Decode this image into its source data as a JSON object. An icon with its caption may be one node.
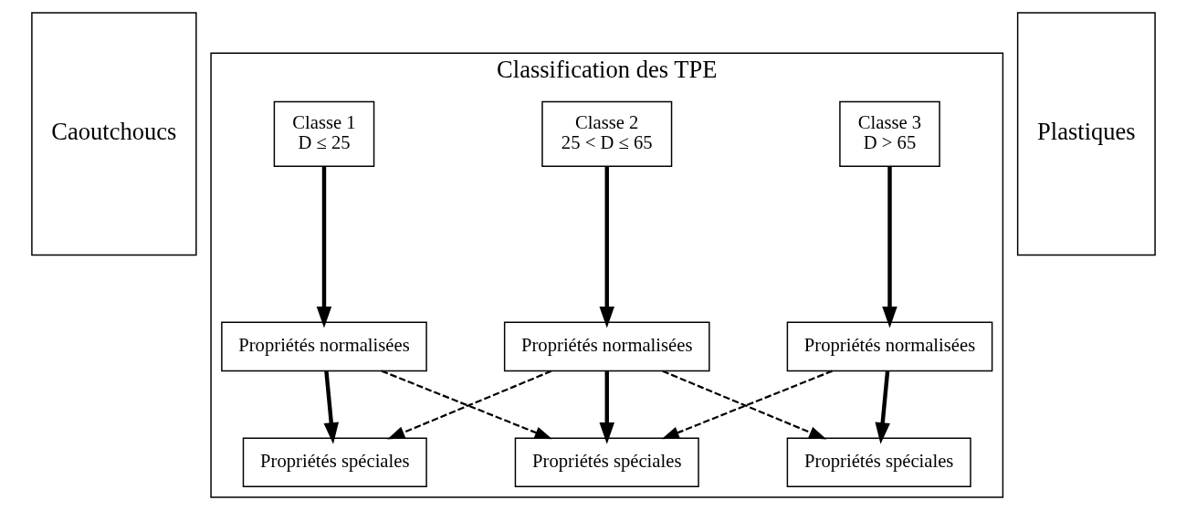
{
  "diagram": {
    "nodes": [
      {
        "text": [
          "Caoutchoucs"
        ]
      },
      {
        "text": [
          "Classification des TPE"
        ]
      },
      {
        "text": [
          "Classe 1",
          "D ≤ 25"
        ],
        "in": 1
      },
      {
        "text": [
          "Classe 2",
          "25 < D ≤ 65"
        ],
        "in": 1
      },
      {
        "text": [
          "Classe 3",
          "D > 65"
        ],
        "in": 1
      },
      {
        "text": [
          "Propriétés normalisées"
        ],
        "in": 1
      },
      {
        "text": [
          "Propriétés normalisées"
        ],
        "in": 1
      },
      {
        "text": [
          "Propriétés normalisées"
        ],
        "in": 1
      },
      {
        "text": [
          "Propriétés spéciales"
        ],
        "in": 1
      },
      {
        "text": [
          "Propriétés spéciales"
        ],
        "in": 1
      },
      {
        "text": [
          "Propriétés spéciales"
        ],
        "in": 1
      },
      {
        "text": [
          "Plastiques"
        ]
      }
    ],
    "edges": [
      {
        "from": 2,
        "to": 5,
        "arrow": "to"
      },
      {
        "from": 3,
        "to": 6,
        "arrow": "to"
      },
      {
        "from": 4,
        "to": 7,
        "arrow": "to"
      },
      {
        "from": 5,
        "to": 8,
        "arrow": "to"
      },
      {
        "from": 5,
        "to": 9,
        "arrow": "to",
        "style": "dashed"
      },
      {
        "from": 6,
        "to": 8,
        "arrow": "to",
        "style": "dashed"
      },
      {
        "from": 6,
        "to": 9,
        "arrow": "to"
      },
      {
        "from": 6,
        "to": 10,
        "arrow": "to",
        "style": "dashed"
      },
      {
        "from": 7,
        "to": 9,
        "arrow": "to",
        "style": "dashed"
      },
      {
        "from": 7,
        "to": 10,
        "arrow": "to"
      }
    ]
  }
}
